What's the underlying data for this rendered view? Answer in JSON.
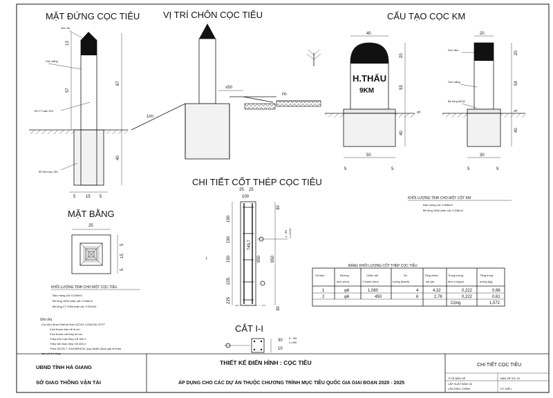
{
  "titles": {
    "elevation": "MẶT ĐỨNG CỌC TIÊU",
    "placement": "VỊ TRÍ CHÔN CỌC TIÊU",
    "km_post": "CẤU TẠO CỌC KM",
    "rebar": "CHI TIẾT CỐT THÉP CỌC TIÊU",
    "plan": "MẶT BẰNG",
    "section": "CẮT I-I"
  },
  "elevation_labels": {
    "paint_red": "Sơn đỏ",
    "paint_white": "Sơn trắng",
    "btct": "BTCT mác 200",
    "btxm": "BTXM mác 150"
  },
  "elevation_dims": {
    "d13": "13",
    "d57": "57",
    "d67": "67",
    "d40": "40",
    "b5a": "5",
    "b15": "15",
    "b5b": "5"
  },
  "placement_labels": {
    "slope": "1/m",
    "dist": "≥50",
    "pct": "i%"
  },
  "km_post": {
    "name": "H.THẨU",
    "km": "9KM",
    "d40top": "40",
    "d50": "50",
    "d5a": "5",
    "d5b": "5",
    "d20": "20",
    "d53": "53",
    "d5": "5",
    "d40": "40",
    "side_top": "20",
    "side_bottom": "30",
    "side_5a": "5",
    "side_5b": "5",
    "side_20a": "20",
    "side_53": "53",
    "side_5": "5",
    "side_40": "40",
    "paint_black": "Sơn đen",
    "paint_white": "Sơn trắng",
    "concrete": "Bê tông M200"
  },
  "km_volume": {
    "title": "KHỐI LƯỢNG TÍNH CHO MỘT CỘT KM",
    "line1": "Đào móng cột: 0.056m3",
    "line2": "Bê tông 150# chân cột: 0.036m3"
  },
  "rebar_dims": {
    "top25a": "25",
    "top25b": "25",
    "top100": "100",
    "v190a": "190",
    "v190b": "190",
    "v150": "150",
    "v225a": "225",
    "v225b": "225",
    "bar_len": "745,7",
    "total950a": "950",
    "total950b": "950",
    "v30a": "30",
    "v30b": "30",
    "stirrup": "4 - Φ6",
    "stirrup_len": "L=1010"
  },
  "plan": {
    "w25": "25",
    "h5a": "5",
    "h15": "15",
    "h5b": "5"
  },
  "pile_volume": {
    "title": "KHỐI LƯỢNG TÍNH CHO MỘT CỌC TIÊU",
    "line1": "Đào móng cột: 0.025m3",
    "line2": "Bê tông 150# chân cột: 0.018m3",
    "line3": "Bê tông CT 200# thân cột: 0.024m3"
  },
  "notes": {
    "heading": "Ghi chú",
    "lines": [
      "Cọc tiêu được thiết kế theo QCVN 1:2016 Bộ GTVT",
      "Kích thước bản vẽ là cm",
      "Kích thước cốt thép là mm",
      "Thép tròn mác thép CB 300-T",
      "Thép vằn mác thép CB 400-V",
      "Theo QCVN 7: 2011/BKHCN, quy chuẩn Quốc gia về thép",
      "làm cốt bê tông."
    ]
  },
  "rebar_table": {
    "title": "BẢNG KHỐI LƯỢNG CỐT THÉP CỌC TIÊU",
    "headers": [
      [
        "Số hiệu",
        ""
      ],
      [
        "Đường",
        "kính (mm)"
      ],
      [
        "Chiều dài",
        "1 thanh (mm)"
      ],
      [
        "Số",
        "lượng (thanh)"
      ],
      [
        "Tổng chiều",
        "dài (m)"
      ],
      [
        "Trọng lượng",
        "đơn vị (kg/m)"
      ],
      [
        "Tổng trọng",
        "lượng (kg)"
      ]
    ],
    "rows": [
      [
        "1",
        "φ6",
        "1,080",
        "4",
        "4,32",
        "0,222",
        "0,96"
      ],
      [
        "2",
        "φ6",
        "450",
        "6",
        "2,76",
        "0,222",
        "0,61"
      ]
    ],
    "total_label": "Cộng",
    "total_value": "1,572"
  },
  "section_labels": {
    "d30": "30",
    "d10": "10",
    "bar": "6 - Φ6",
    "bar_len": "L=450"
  },
  "title_block": {
    "org1": "UBND TỈNH HÀ GIANG",
    "org2": "SỞ GIAO THÔNG VẬN TẢI",
    "design_title": "THIẾT KẾ ĐIỂN HÌNH :  CỌC TIÊU",
    "subtitle": "ÁP DỤNG CHO CÁC DỰ ÁN THUỘC CHƯƠNG TRÌNH MỤC TIÊU QUỐC GIA GIAI ĐOẠN 2020 - 2025",
    "sheet_name": "CHI TIẾT CỌC TIÊU",
    "scale": "Tỉ LỆ BẢN VẼ",
    "sheet_no": "BẢN VẼ SỐ: 22",
    "date_lbl": "LẬP XUẤT BẢN: 02",
    "rev_lbl": "LẦN ĐIỀU CHỈNH:",
    "symbol": "KÝ HIỆU"
  }
}
